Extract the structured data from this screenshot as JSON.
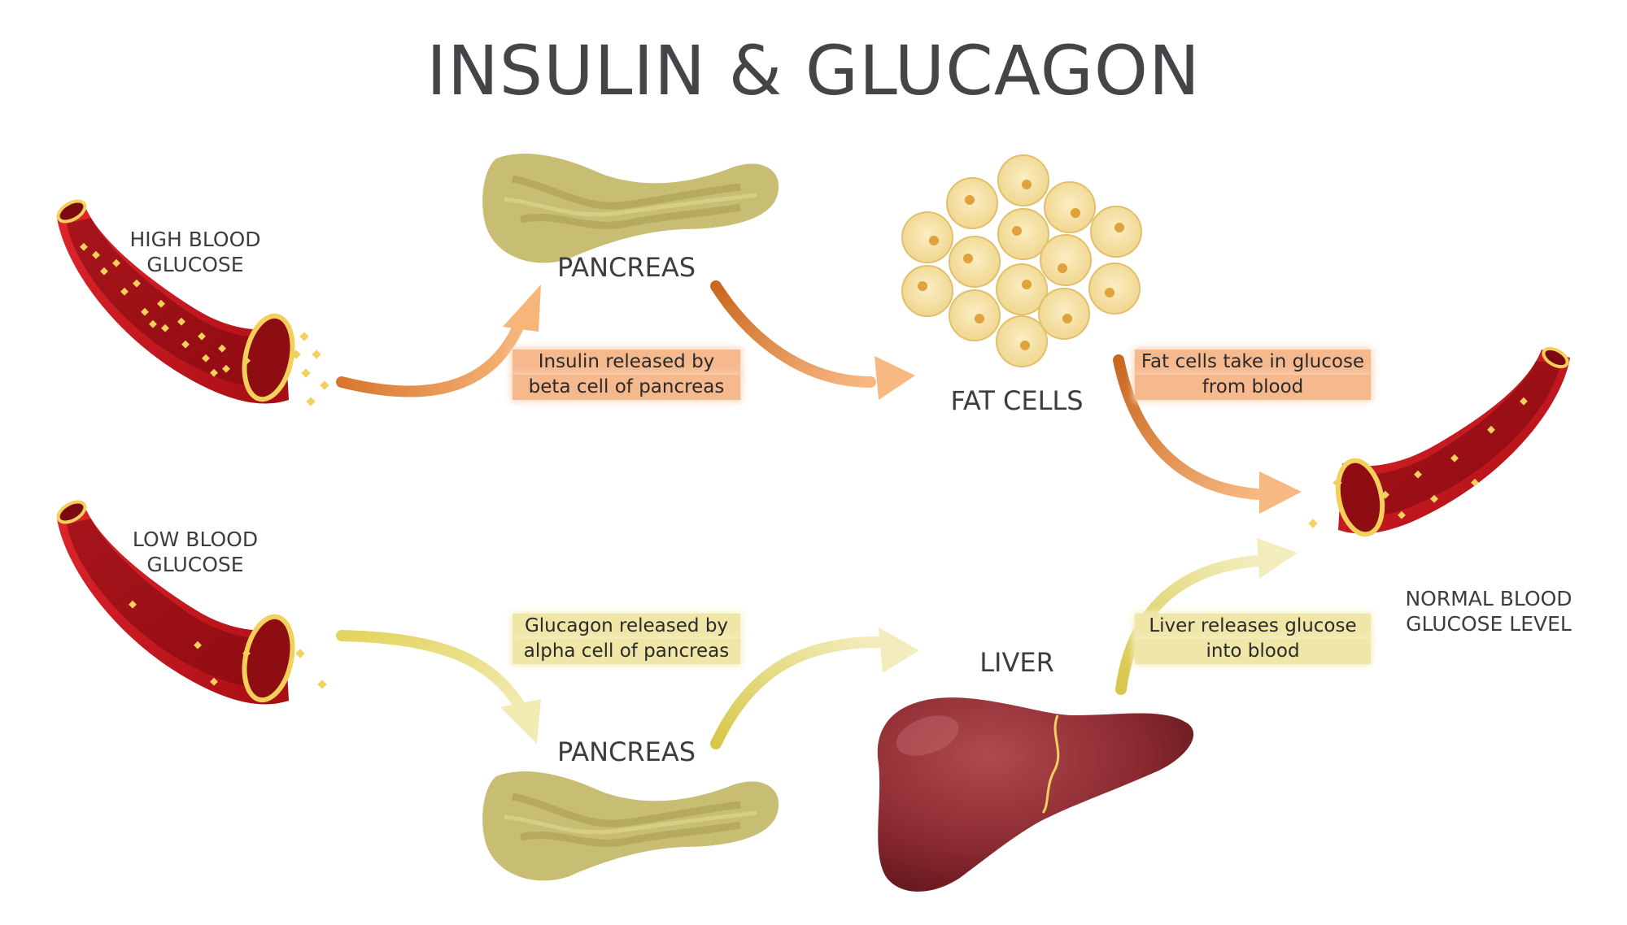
{
  "title": "INSULIN & GLUCAGON",
  "labels": {
    "high_glucose": [
      "HIGH BLOOD",
      "GLUCOSE"
    ],
    "low_glucose": [
      "LOW BLOOD",
      "GLUCOSE"
    ],
    "pancreas_top": "PANCREAS",
    "pancreas_bottom": "PANCREAS",
    "fat_cells": "FAT CELLS",
    "liver": "LIVER",
    "normal_glucose": [
      "NORMAL BLOOD",
      "GLUCOSE LEVEL"
    ]
  },
  "notes": {
    "insulin": [
      "Insulin released by",
      "beta cell of pancreas"
    ],
    "fat_cells": [
      "Fat cells take in glucose",
      "from blood"
    ],
    "glucagon": [
      "Glucagon released by",
      "alpha cell of pancreas"
    ],
    "liver": [
      "Liver releases glucose",
      "into blood"
    ]
  },
  "colors": {
    "title": "#444548",
    "vessel_red": "#c4141b",
    "vessel_dark": "#7a0a0f",
    "glucose_yellow": "#f3cf5c",
    "pancreas": "#c9c07a",
    "fat_cell": "#f4dc9a",
    "liver": "#8d2a2f",
    "arrow_orange": "#e08640",
    "arrow_yellow": "#e3d57a"
  }
}
